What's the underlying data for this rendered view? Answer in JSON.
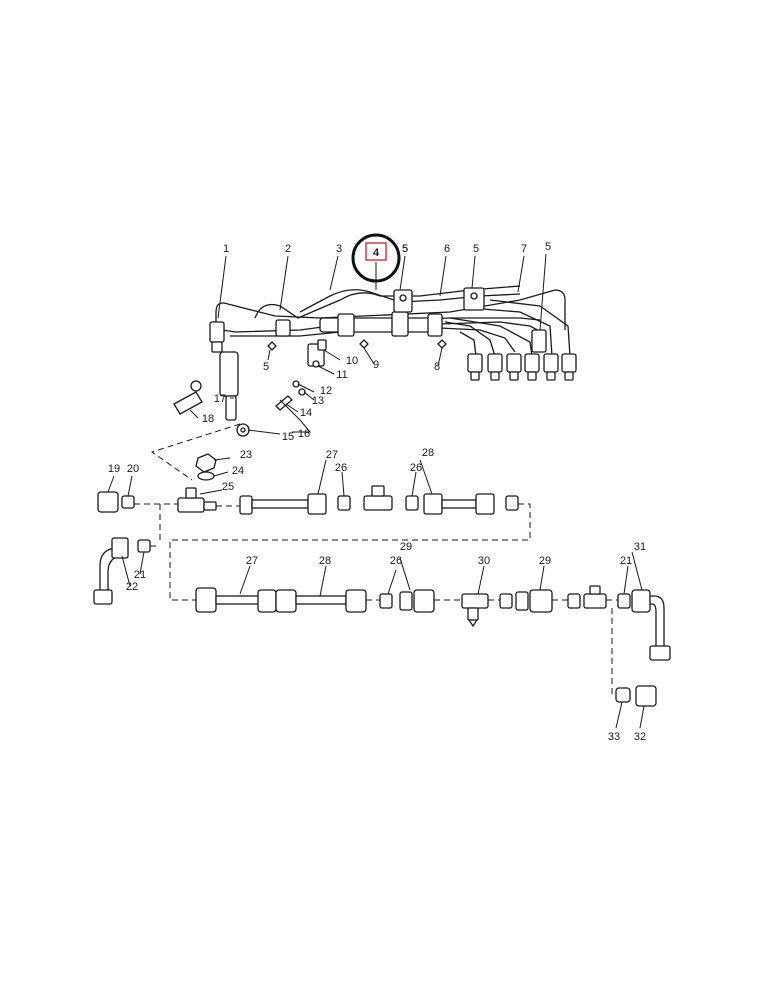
{
  "diagram": {
    "highlighted_callout": "4",
    "callouts": [
      "1",
      "2",
      "3",
      "4",
      "5",
      "5",
      "6",
      "5",
      "7",
      "5",
      "5",
      "10",
      "11",
      "9",
      "8",
      "12",
      "13",
      "14",
      "15",
      "16",
      "17",
      "18",
      "23",
      "24",
      "25",
      "19",
      "20",
      "27",
      "26",
      "28",
      "26",
      "21",
      "22",
      "27",
      "28",
      "29",
      "26",
      "30",
      "29",
      "31",
      "21",
      "33",
      "32"
    ]
  }
}
